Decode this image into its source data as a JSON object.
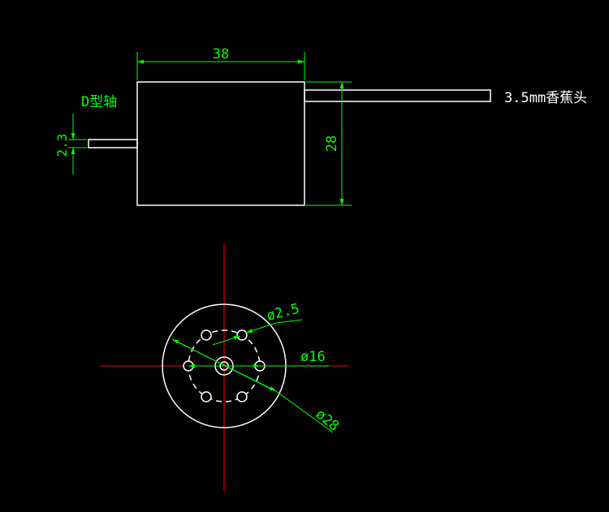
{
  "colors": {
    "background": "#000000",
    "geometry": "#ffffff",
    "dimension": "#00ff00",
    "centerline": "#ff0000"
  },
  "side_view": {
    "shaft_label": "D型轴",
    "shaft_dim": "2.3",
    "length_dim": "38",
    "diameter_dim": "28",
    "lead_label": "3.5mm香蕉头"
  },
  "end_view": {
    "hole_dia": "ø2.5",
    "pcd_dia": "ø16",
    "outer_dia": "ø28"
  }
}
